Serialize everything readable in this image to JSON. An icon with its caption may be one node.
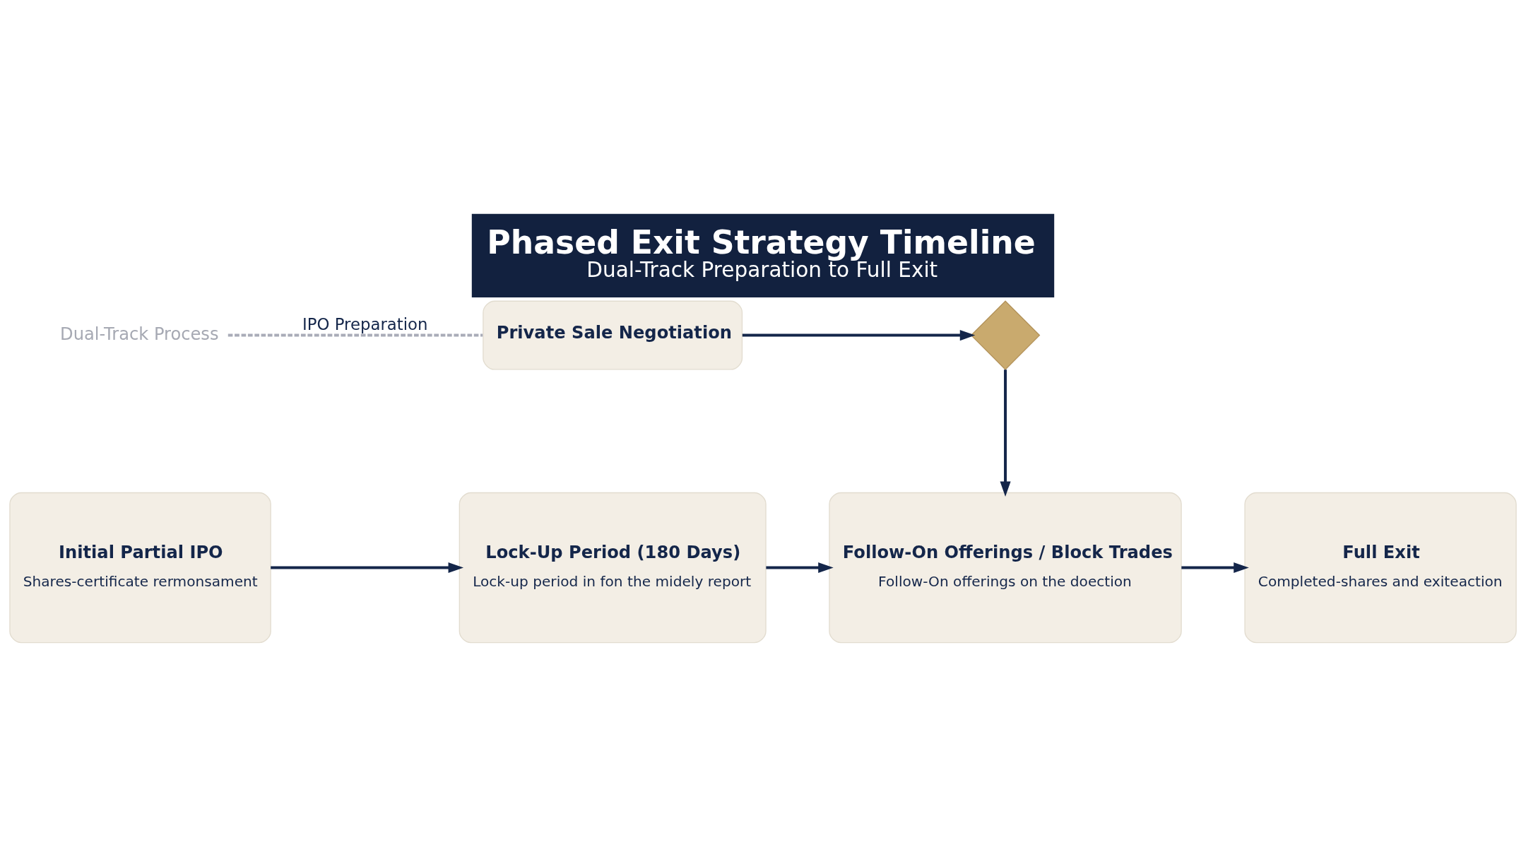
{
  "diagram": {
    "title": "Phased Exit Strategy Timeline",
    "caption": "Dual-Track Preparation to Full Exit",
    "nodes": [
      {
        "text": [
          "Initial Partial IPO",
          "Shares-certificate rermonsament"
        ]
      },
      {
        "text": [
          "Lock-Up Period (180 Days)",
          "Lock-up period in fon the midely report"
        ]
      },
      {
        "text": [
          "Follow-On Offerings / Block Trades",
          "Follow-On offerings on the doection"
        ]
      },
      {
        "text": [
          "Full Exit",
          "Completed-shares and exiteaction"
        ]
      },
      {
        "text": [
          "Dual-Track Process"
        ]
      },
      {
        "text": [
          "Private Sale Negotiation"
        ]
      },
      {
        "text": [],
        "shape": "diamond"
      }
    ],
    "edges": [
      {
        "from": 0,
        "to": 1,
        "arrow": "to"
      },
      {
        "from": 1,
        "to": 2,
        "arrow": "to"
      },
      {
        "from": 2,
        "to": 3,
        "arrow": "to"
      },
      {
        "from": 4,
        "to": 5,
        "arrow": "none",
        "label": "IPO Preparation",
        "style": "dashed",
        "color": "#a9acb8"
      },
      {
        "from": 5,
        "to": 6,
        "arrow": "to"
      },
      {
        "from": 6,
        "to": 2,
        "arrow": "to"
      }
    ]
  }
}
